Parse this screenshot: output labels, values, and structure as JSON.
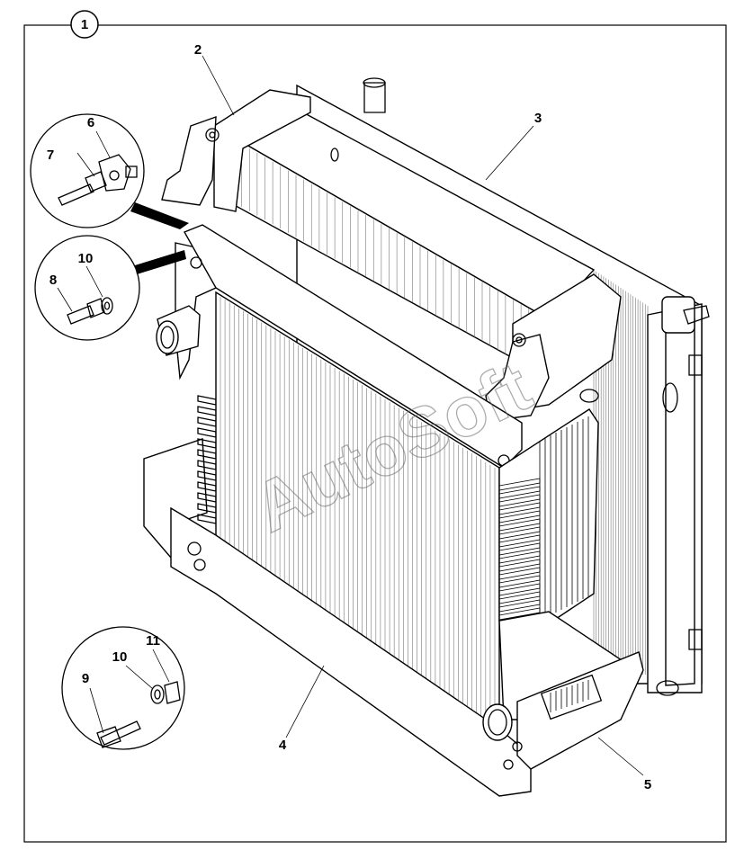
{
  "figure": {
    "frame_label": "1",
    "watermark": "AutoSoft",
    "callouts": {
      "c2": "2",
      "c3": "3",
      "c4": "4",
      "c5": "5",
      "c6": "6",
      "c7": "7",
      "c8": "8",
      "c9": "9",
      "c10a": "10",
      "c10b": "10",
      "c11": "11"
    },
    "colors": {
      "ink": "#000000",
      "paper": "#ffffff",
      "watermark": "#6a6a6a"
    }
  }
}
